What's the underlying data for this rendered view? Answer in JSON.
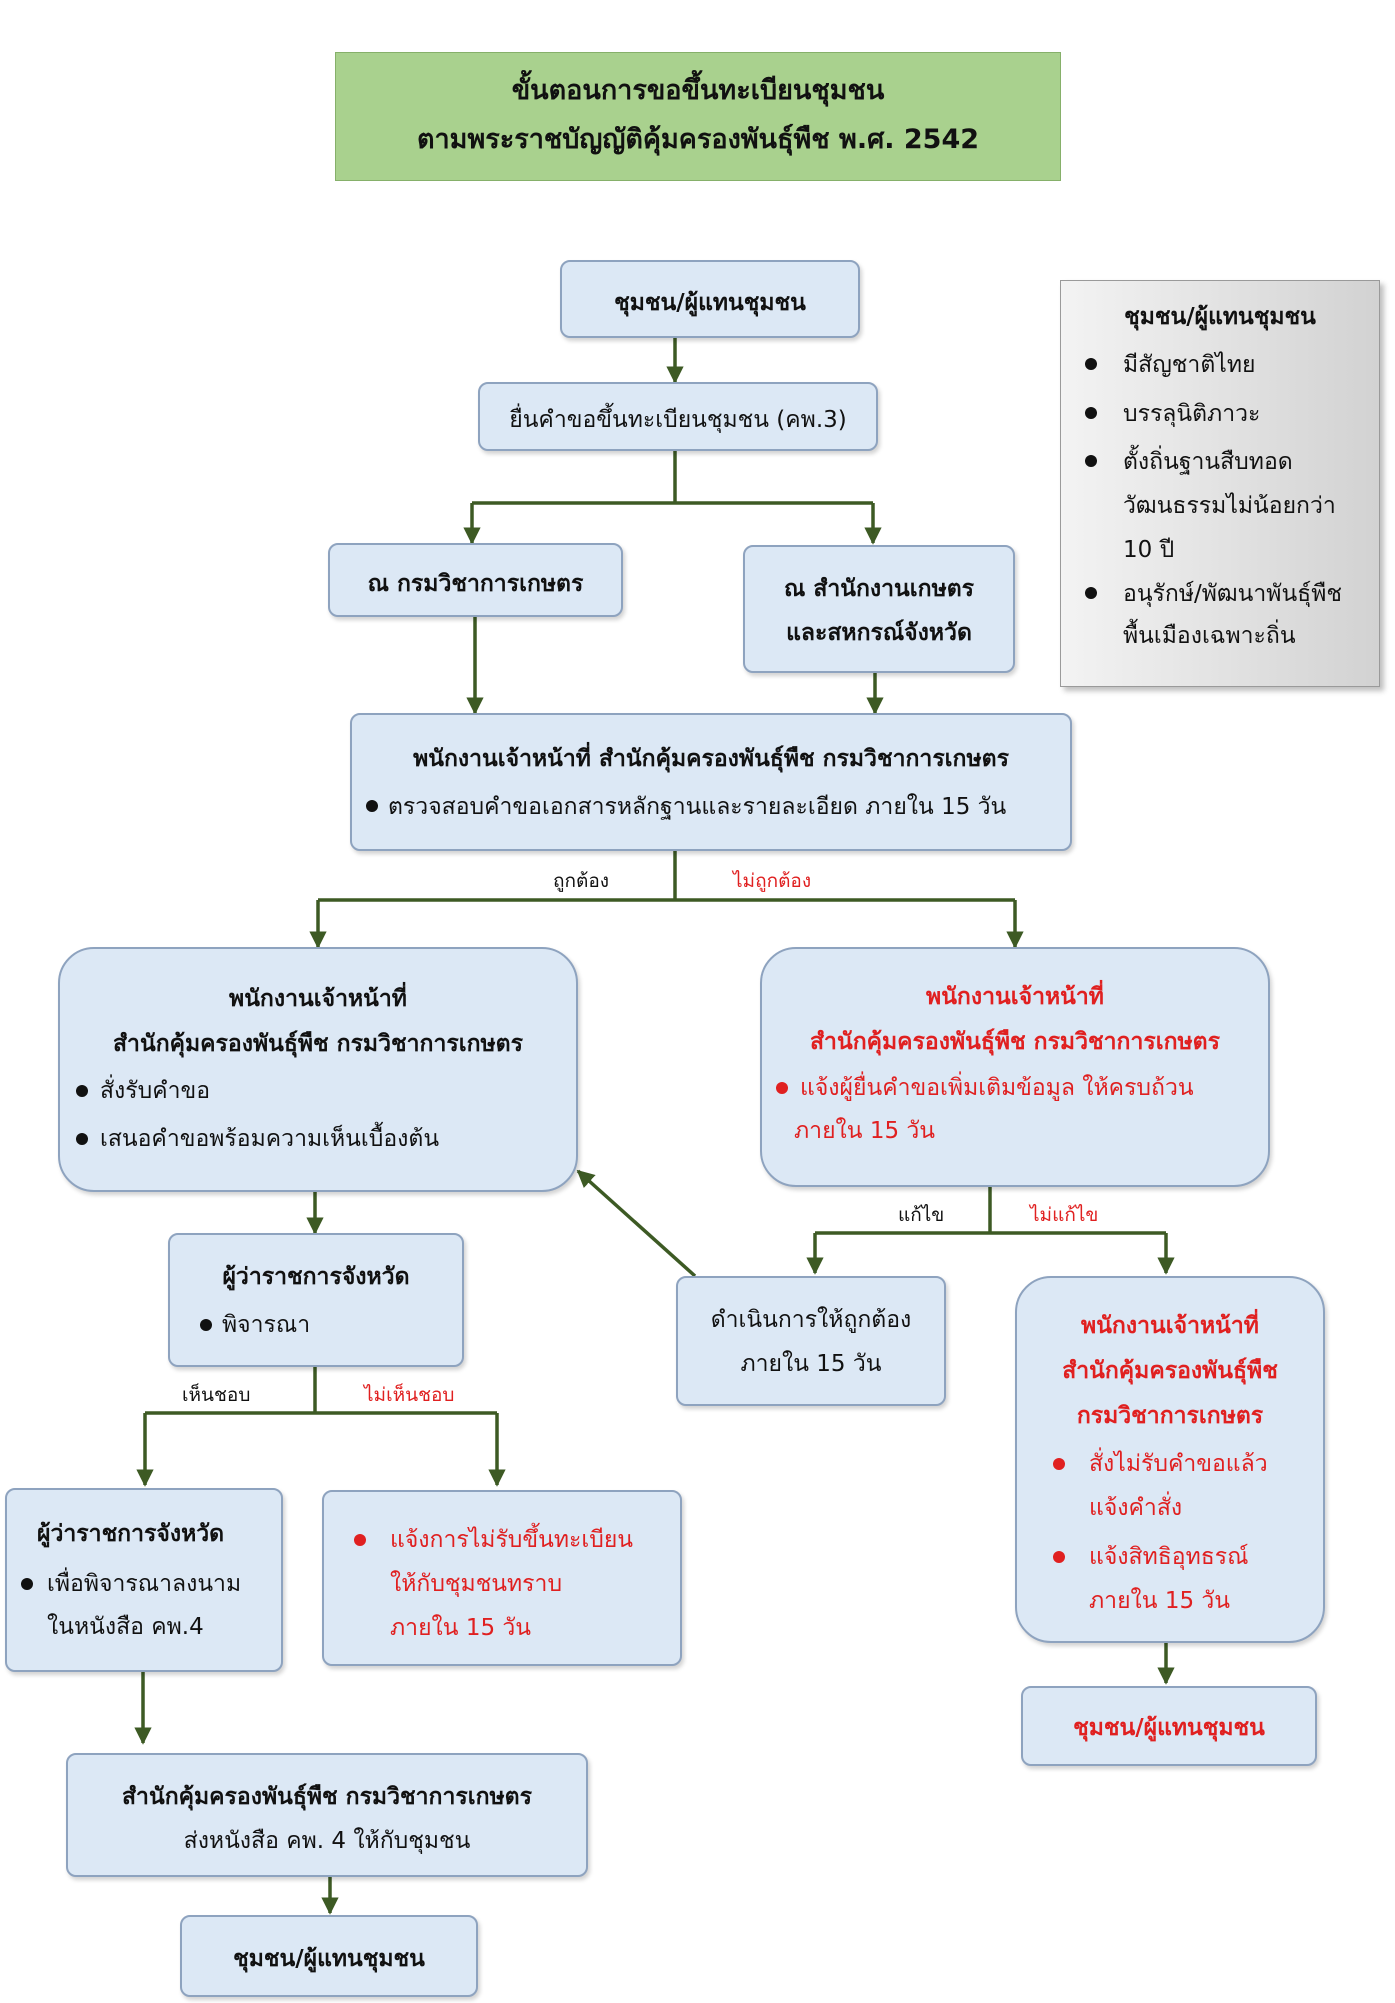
{
  "title": {
    "line1": "ขั้นตอนการขอขึ้นทะเบียนชุมชน",
    "line2": "ตามพระราชบัญญัติคุ้มครองพันธุ์พืช พ.ศ. 2542"
  },
  "side_box": {
    "heading": "ชุมชน/ผู้แทนชุมชน",
    "items": [
      {
        "text": "มีสัญชาติไทย"
      },
      {
        "text": "บรรลุนิติภาวะ"
      },
      {
        "text": "ตั้งถิ่นฐานสืบทอด",
        "cont": [
          "วัฒนธรรมไม่น้อยกว่า",
          "10 ปี"
        ]
      },
      {
        "text": "อนุรักษ์/พัฒนาพันธุ์พืช",
        "cont": [
          "พื้นเมืองเฉพาะถิ่น"
        ]
      }
    ]
  },
  "nodes": {
    "start": "ชุมชน/ผู้แทนชุมชน",
    "submit": "ยื่นคำขอขึ้นทะเบียนชุมชน (คพ.3)",
    "doa": "ณ กรมวิชาการเกษตร",
    "provincial_office": [
      "ณ สำนักงานเกษตร",
      "และสหกรณ์จังหวัด"
    ],
    "officer_check": {
      "title": "พนักงานเจ้าหน้าที่  สำนักคุ้มครองพันธุ์พืช กรมวิชาการเกษตร",
      "bullet": "ตรวจสอบคำขอเอกสารหลักฐานและรายละเอียด ภายใน 15 วัน"
    },
    "officer_ok": {
      "title1": "พนักงานเจ้าหน้าที่",
      "title2": "สำนักคุ้มครองพันธุ์พืช กรมวิชาการเกษตร",
      "bullets": [
        "สั่งรับคำขอ",
        "เสนอคำขอพร้อมความเห็นเบื้องต้น"
      ]
    },
    "officer_bad": {
      "title1": "พนักงานเจ้าหน้าที่",
      "title2": "สำนักคุ้มครองพันธุ์พืช กรมวิชาการเกษตร",
      "bullet": "แจ้งผู้ยื่นคำขอเพิ่มเติมข้อมูล ให้ครบถ้วน",
      "bullet_cont": "ภายใน 15 วัน"
    },
    "governor": {
      "title": "ผู้ว่าราชการจังหวัด",
      "bullet": "พิจารณา"
    },
    "fix": [
      "ดำเนินการให้ถูกต้อง",
      "ภายใน 15 วัน"
    ],
    "officer_reject": {
      "title": [
        "พนักงานเจ้าหน้าที่",
        "สำนักคุ้มครองพันธุ์พืช",
        "กรมวิชาการเกษตร"
      ],
      "bullets": [
        {
          "text": "สั่งไม่รับคำขอแล้ว",
          "cont": "แจ้งคำสั่ง"
        },
        {
          "text": "แจ้งสิทธิอุทธรณ์",
          "cont": "ภายใน 15 วัน"
        }
      ]
    },
    "governor_sign": {
      "title": "ผู้ว่าราชการจังหวัด",
      "bullet": "เพื่อพิจารณาลงนาม",
      "bullet_cont": "ในหนังสือ คพ.4"
    },
    "notify_reject": {
      "bullet": "แจ้งการไม่รับขึ้นทะเบียน",
      "cont": [
        "ให้กับชุมชนทราบ",
        "ภายใน 15 วัน"
      ]
    },
    "end_right": "ชุมชน/ผู้แทนชุมชน",
    "send_letter": {
      "title": "สำนักคุ้มครองพันธุ์พืช  กรมวิชาการเกษตร",
      "line2": "ส่งหนังสือ คพ. 4 ให้กับชุมชน"
    },
    "end_bottom": "ชุมชน/ผู้แทนชุมชน"
  },
  "edge_labels": {
    "correct": "ถูกต้อง",
    "incorrect": "ไม่ถูกต้อง",
    "fix": "แก้ไข",
    "no_fix": "ไม่แก้ไข",
    "approve": "เห็นชอบ",
    "disapprove": "ไม่เห็นชอบ"
  },
  "colors": {
    "box_fill": "#dce8f5",
    "title_fill": "#a9d18e",
    "connector": "#3d5a24",
    "negative_text": "#e02020"
  }
}
